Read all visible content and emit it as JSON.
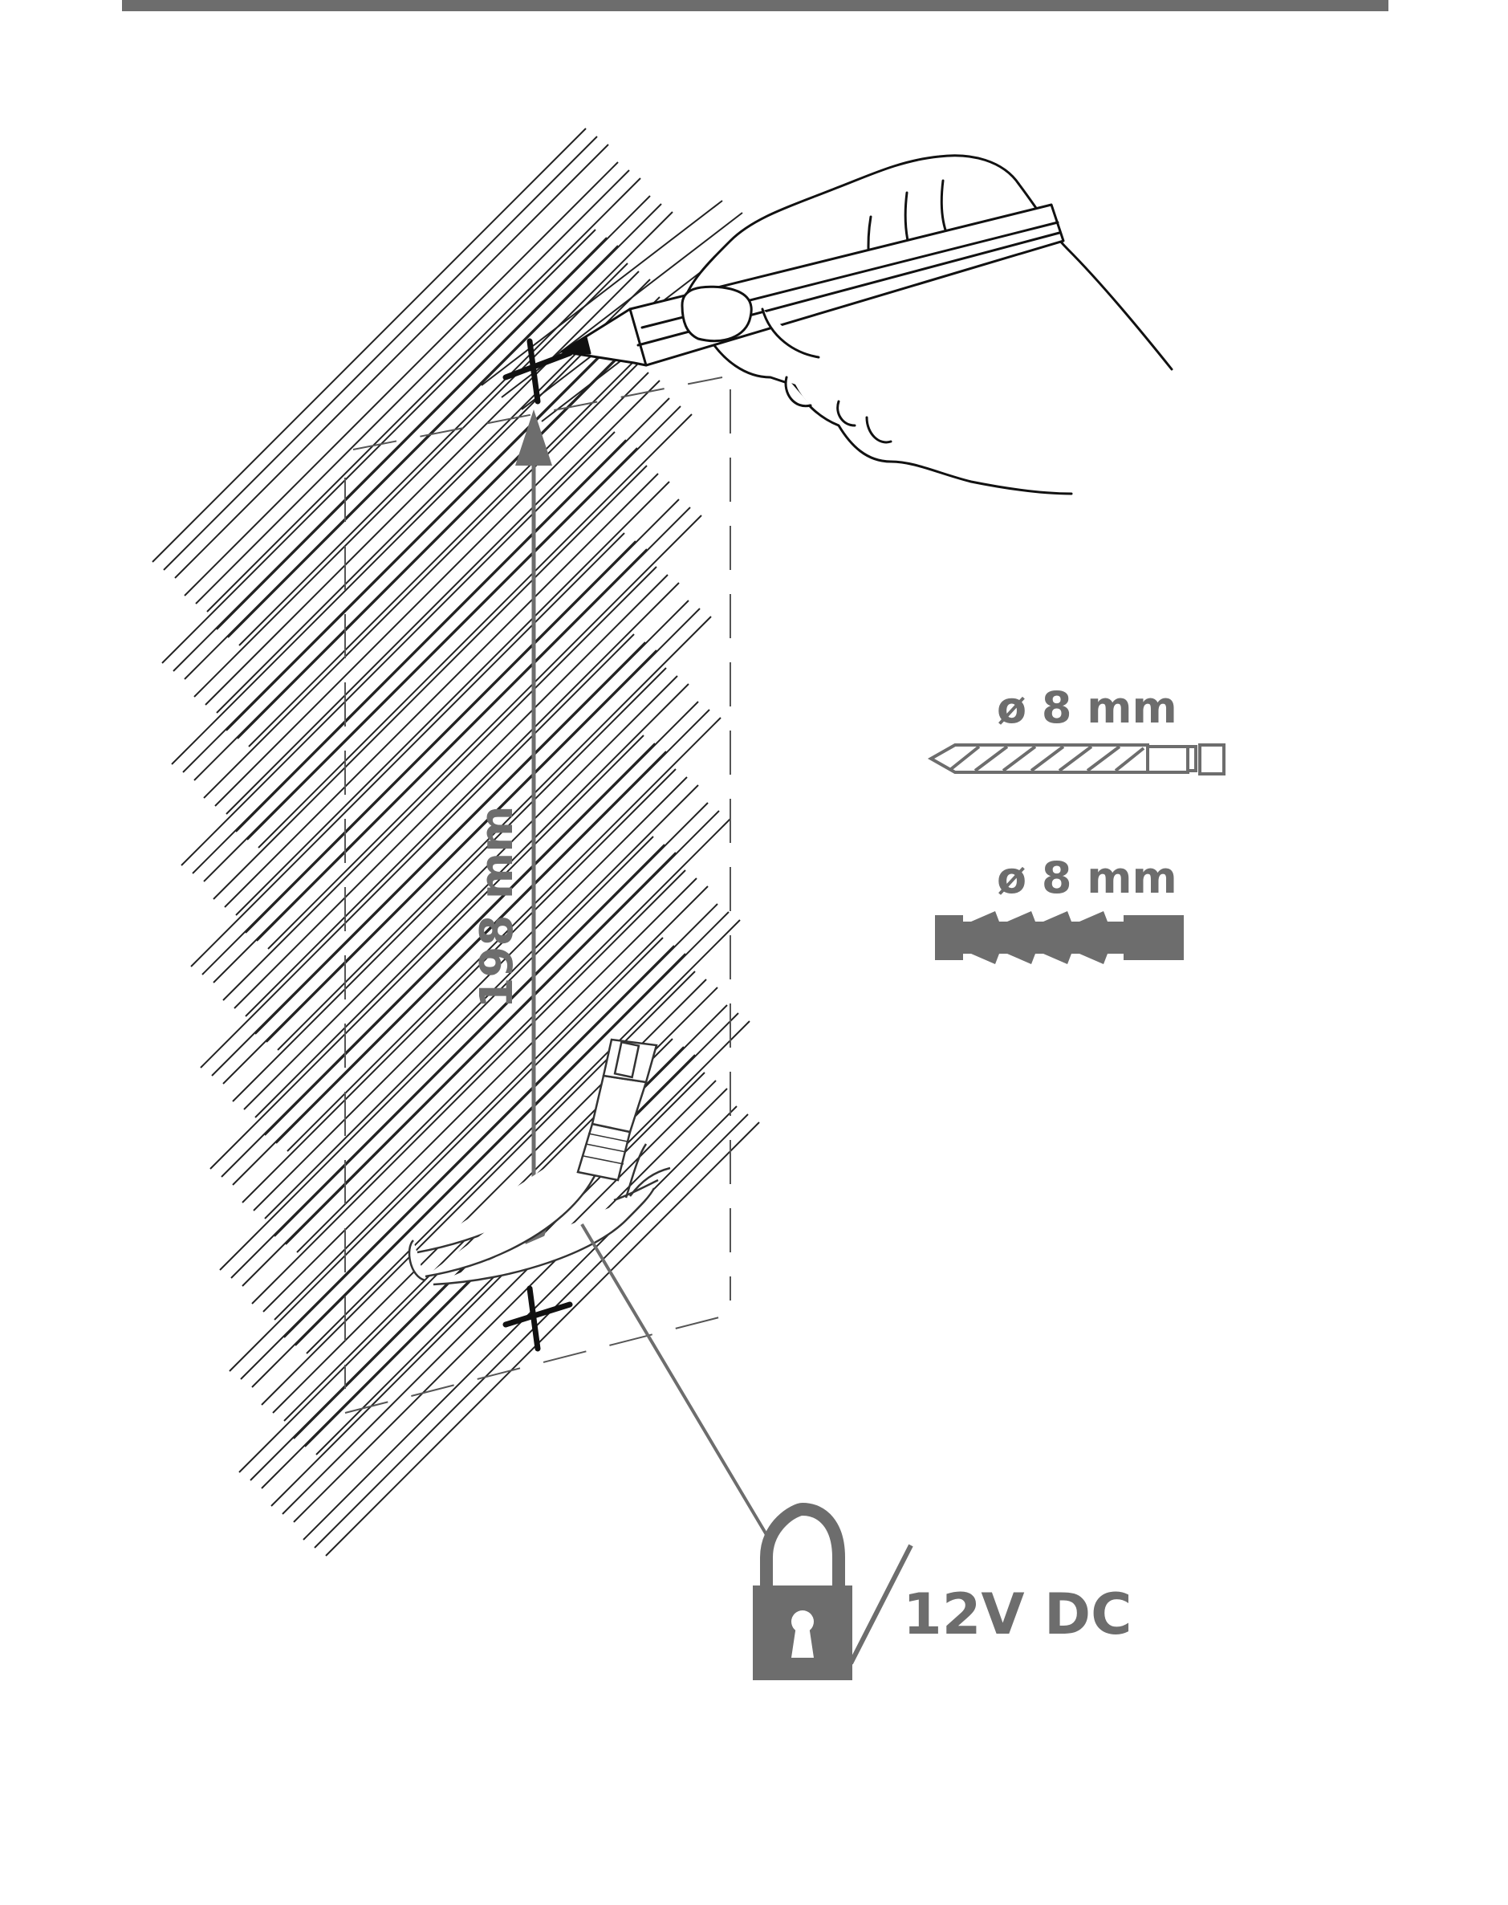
{
  "colors": {
    "accent_gray": "#6d6d6d",
    "line_black": "#111111",
    "background": "#ffffff"
  },
  "labels": {
    "hole_spacing": "198 mm",
    "drill_size": "ø 8 mm",
    "plug_size": "ø 8 mm",
    "power_supply": "12V DC"
  },
  "icons": {
    "pencil_hand": "hand-with-pencil-icon",
    "drill_bit": "drill-bit-icon",
    "wall_plug": "wall-plug-icon",
    "lock": "padlock-icon",
    "ethernet": "rj45-plug-icon"
  }
}
